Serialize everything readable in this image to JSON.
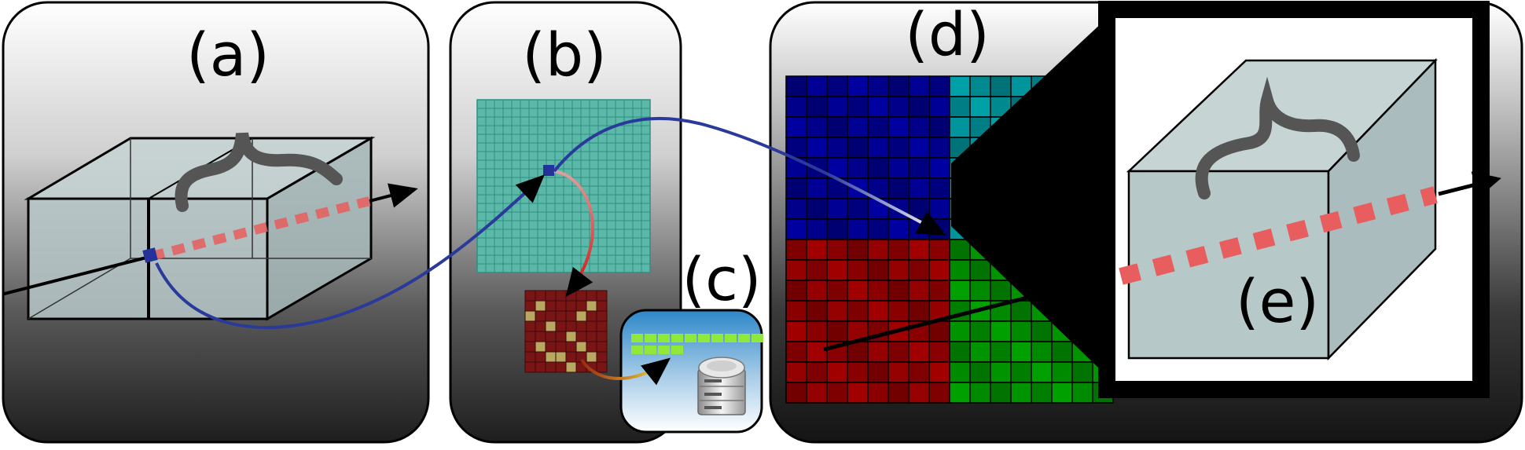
{
  "labels": {
    "a": "(a)",
    "b": "(b)",
    "c": "(c)",
    "d": "(d)",
    "e": "(e)"
  },
  "colors": {
    "ray_dashed": "#e85d5d",
    "link_curve": "#2a3a9a",
    "box_fill": "#b7c8c9",
    "teal_grid": "#5cb8a8",
    "brick_red": "#7a1515",
    "brick_yellow": "#b8a860",
    "queue_green": "#8fe83a",
    "quad_blue": "#0000a0",
    "quad_teal": "#00a0a8",
    "quad_red": "#a00000",
    "quad_green": "#00a000"
  },
  "icons": [
    "storage-server-icon",
    "curly-brace-icon",
    "arrow-head-icon"
  ]
}
